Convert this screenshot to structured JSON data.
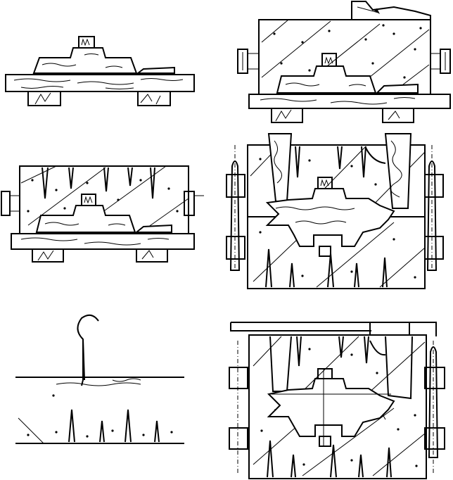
{
  "figure": {
    "panels": [
      {
        "id": "panel-1",
        "label": ""
      },
      {
        "id": "panel-2",
        "label": ""
      },
      {
        "id": "panel-3",
        "label": ""
      },
      {
        "id": "panel-4",
        "label": ""
      },
      {
        "id": "panel-5",
        "label": ""
      },
      {
        "id": "panel-6",
        "label": ""
      }
    ],
    "colors": {
      "ink": "#000000",
      "paper": "#ffffff"
    }
  }
}
